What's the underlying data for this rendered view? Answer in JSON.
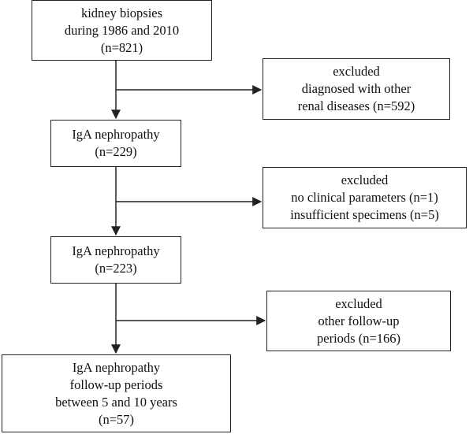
{
  "flowchart": {
    "nodes": {
      "biopsies": {
        "lines": [
          "kidney biopsies",
          "during 1986 and 2010",
          "(n=821)"
        ]
      },
      "excluded_1": {
        "lines": [
          "excluded",
          "diagnosed with other",
          "renal diseases (n=592)"
        ]
      },
      "iga_229": {
        "lines": [
          "IgA nephropathy",
          "(n=229)"
        ]
      },
      "excluded_2": {
        "lines": [
          "excluded",
          "no clinical parameters (n=1)",
          "insufficient specimens (n=5)"
        ]
      },
      "iga_223": {
        "lines": [
          "IgA nephropathy",
          "(n=223)"
        ]
      },
      "excluded_3": {
        "lines": [
          "excluded",
          "other follow-up",
          "periods (n=166)"
        ]
      },
      "final": {
        "lines": [
          "IgA nephropathy",
          "follow-up periods",
          "between 5 and 10 years",
          "(n=57)"
        ]
      }
    },
    "colors": {
      "line": "#222222",
      "text": "#111111",
      "background": "#ffffff"
    }
  }
}
